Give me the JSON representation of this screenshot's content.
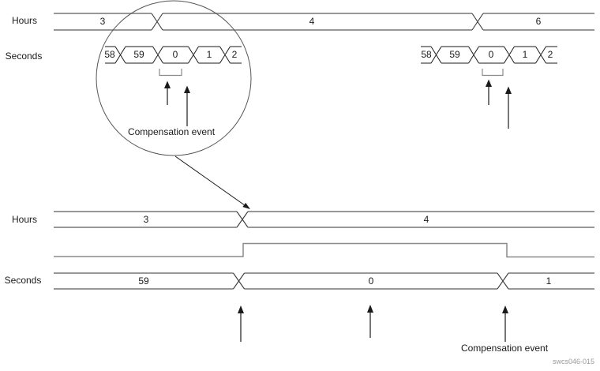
{
  "figure_id": "swcs046-015",
  "top": {
    "hours_label": "Hours",
    "seconds_label": "Seconds",
    "hours_values": [
      "3",
      "4",
      "6"
    ],
    "seconds_left": [
      "58",
      "59",
      "0",
      "1",
      "2"
    ],
    "seconds_right": [
      "58",
      "59",
      "0",
      "1",
      "2"
    ],
    "compensation_label": "Compensation event"
  },
  "bottom": {
    "hours_label": "Hours",
    "seconds_label": "Seconds",
    "hours_values": [
      "3",
      "4"
    ],
    "seconds_values": [
      "59",
      "0",
      "1"
    ],
    "compensation_label": "Compensation event"
  },
  "colors": {
    "bus_line": "#8a8a8a",
    "detail_line": "#3a3a3a",
    "hex_line": "#1a1a1a",
    "arrow": "#1a1a1a",
    "circle": "#555555",
    "bracket": "#8a8a8a",
    "figure_id_text": "#999999"
  }
}
